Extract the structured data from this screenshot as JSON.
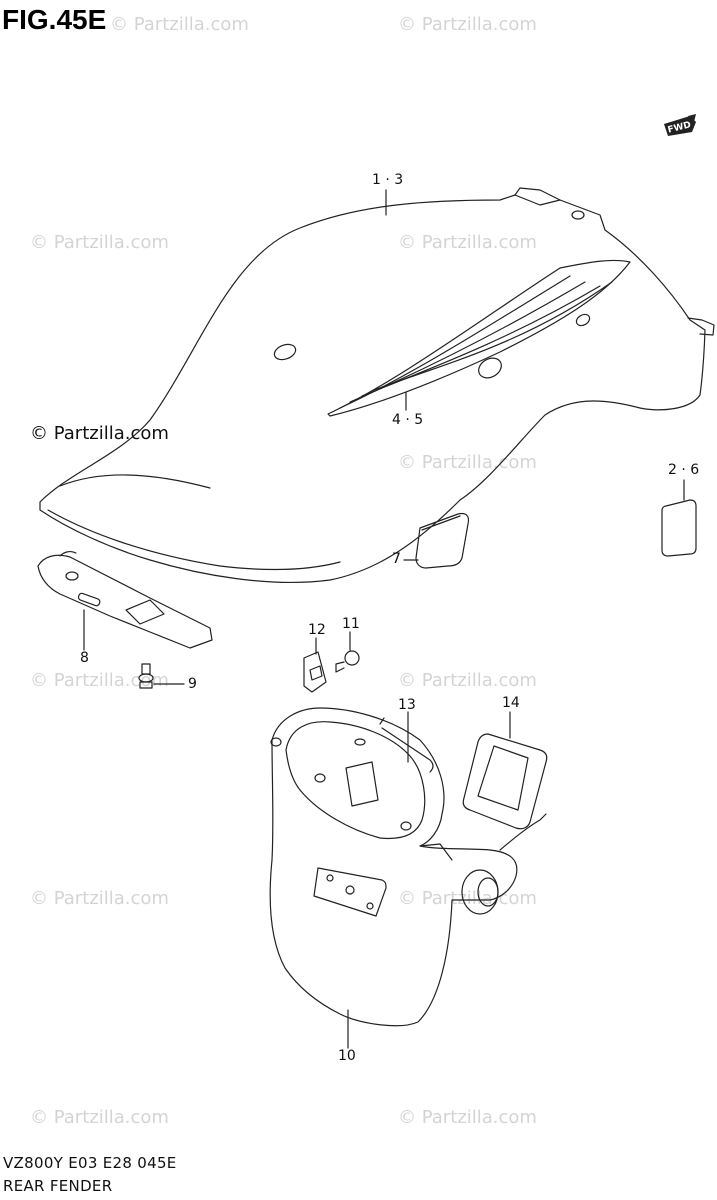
{
  "figure": {
    "title": "FIG.45E"
  },
  "watermarks": {
    "light_text": "© Partzilla.com",
    "dark_text": "© Partzilla.com"
  },
  "direction_badge": {
    "text": "FWD",
    "icon": "forward-arrow-icon"
  },
  "callouts": [
    {
      "id": "1-3",
      "label": "1 · 3"
    },
    {
      "id": "4-5",
      "label": "4 · 5"
    },
    {
      "id": "2-6",
      "label": "2 · 6"
    },
    {
      "id": "7",
      "label": "7"
    },
    {
      "id": "8",
      "label": "8"
    },
    {
      "id": "9",
      "label": "9"
    },
    {
      "id": "10",
      "label": "10"
    },
    {
      "id": "11",
      "label": "11"
    },
    {
      "id": "12",
      "label": "12"
    },
    {
      "id": "13",
      "label": "13"
    },
    {
      "id": "14",
      "label": "14"
    }
  ],
  "footer": {
    "code": "VZ800Y E03 E28  045E",
    "name": "REAR FENDER"
  },
  "colors": {
    "line": "#222222",
    "watermark": "#d4d4d4"
  }
}
